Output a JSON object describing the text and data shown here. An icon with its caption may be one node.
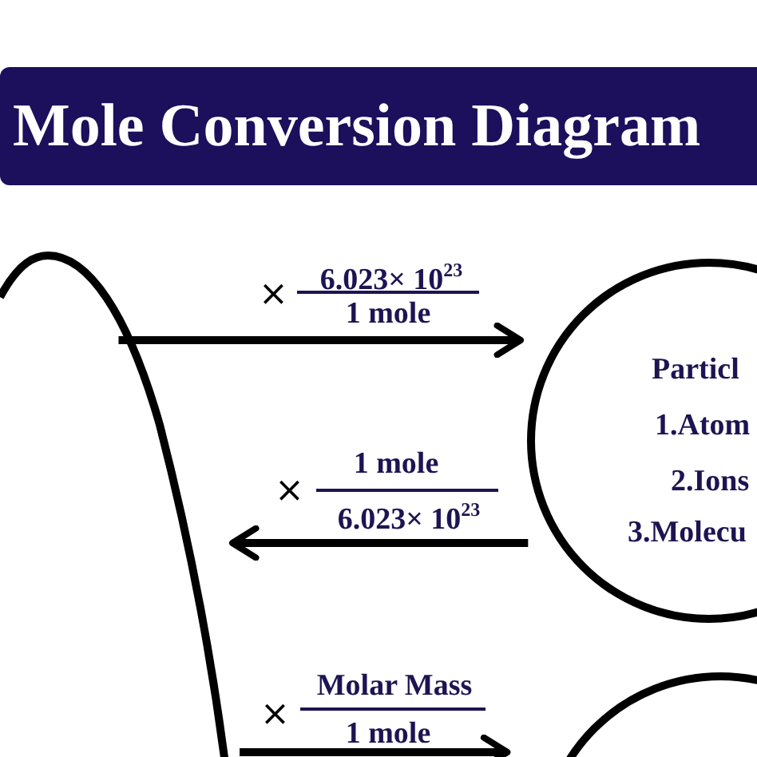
{
  "diagram": {
    "title": "Mole Conversion Diagram",
    "nodes": [
      {
        "text": [],
        "shape": "box"
      },
      {
        "text": [
          "Particl",
          "1.Atom",
          "2.Ions",
          "3.Molecu"
        ]
      },
      {
        "text": [],
        "shape": "circle"
      }
    ],
    "edges": [
      {
        "from": 0,
        "to": 1,
        "arrow": "to"
      },
      {
        "from": 1,
        "to": 0,
        "arrow": "to"
      },
      {
        "from": 0,
        "to": 2,
        "arrow": "to"
      }
    ],
    "labels": [
      "×",
      "6.023× 10$^{23}$",
      "1 mole",
      "×",
      "1 mole",
      "6.023× 10$^{23}$",
      "×",
      "Molar Mass",
      "1 mole"
    ]
  }
}
